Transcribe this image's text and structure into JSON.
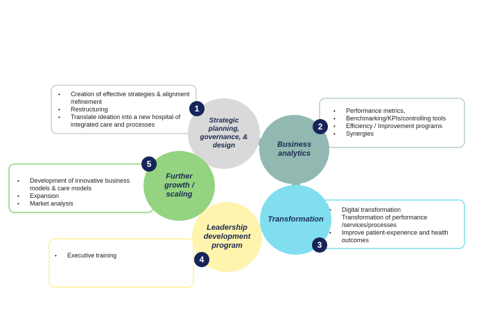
{
  "colors": {
    "grey": "#d9d9d9",
    "teal": "#91b9b1",
    "cyan": "#80deef",
    "yellow": "#fff4ad",
    "green": "#94d480",
    "badge": "#16245a"
  },
  "steps": [
    {
      "number": "1",
      "title": "Strategic planning, governance, & design",
      "bullets": [
        "Creation of effective strategies & alignment /refinement",
        "Restructuring",
        "Translate ideation into a new hospital of integrated care and processes"
      ]
    },
    {
      "number": "2",
      "title": "Business analytics",
      "bullets": [
        "Performance metrics,",
        "Benchmarking/KPIs/controlling tools",
        "Efficiency / Improvement programs",
        "Synergies"
      ]
    },
    {
      "number": "3",
      "title": "Transformation",
      "bullets": [
        "Digital transformation",
        "Transformation of performance /services/processes",
        "Improve patient-experience and health outcomes"
      ]
    },
    {
      "number": "4",
      "title": "Leadership development program",
      "bullets": [
        "Executive training"
      ]
    },
    {
      "number": "5",
      "title": "Further growth / scaling",
      "bullets": [
        "Development of innovative business models & care models",
        "Expansion",
        "Market analysis"
      ]
    }
  ]
}
